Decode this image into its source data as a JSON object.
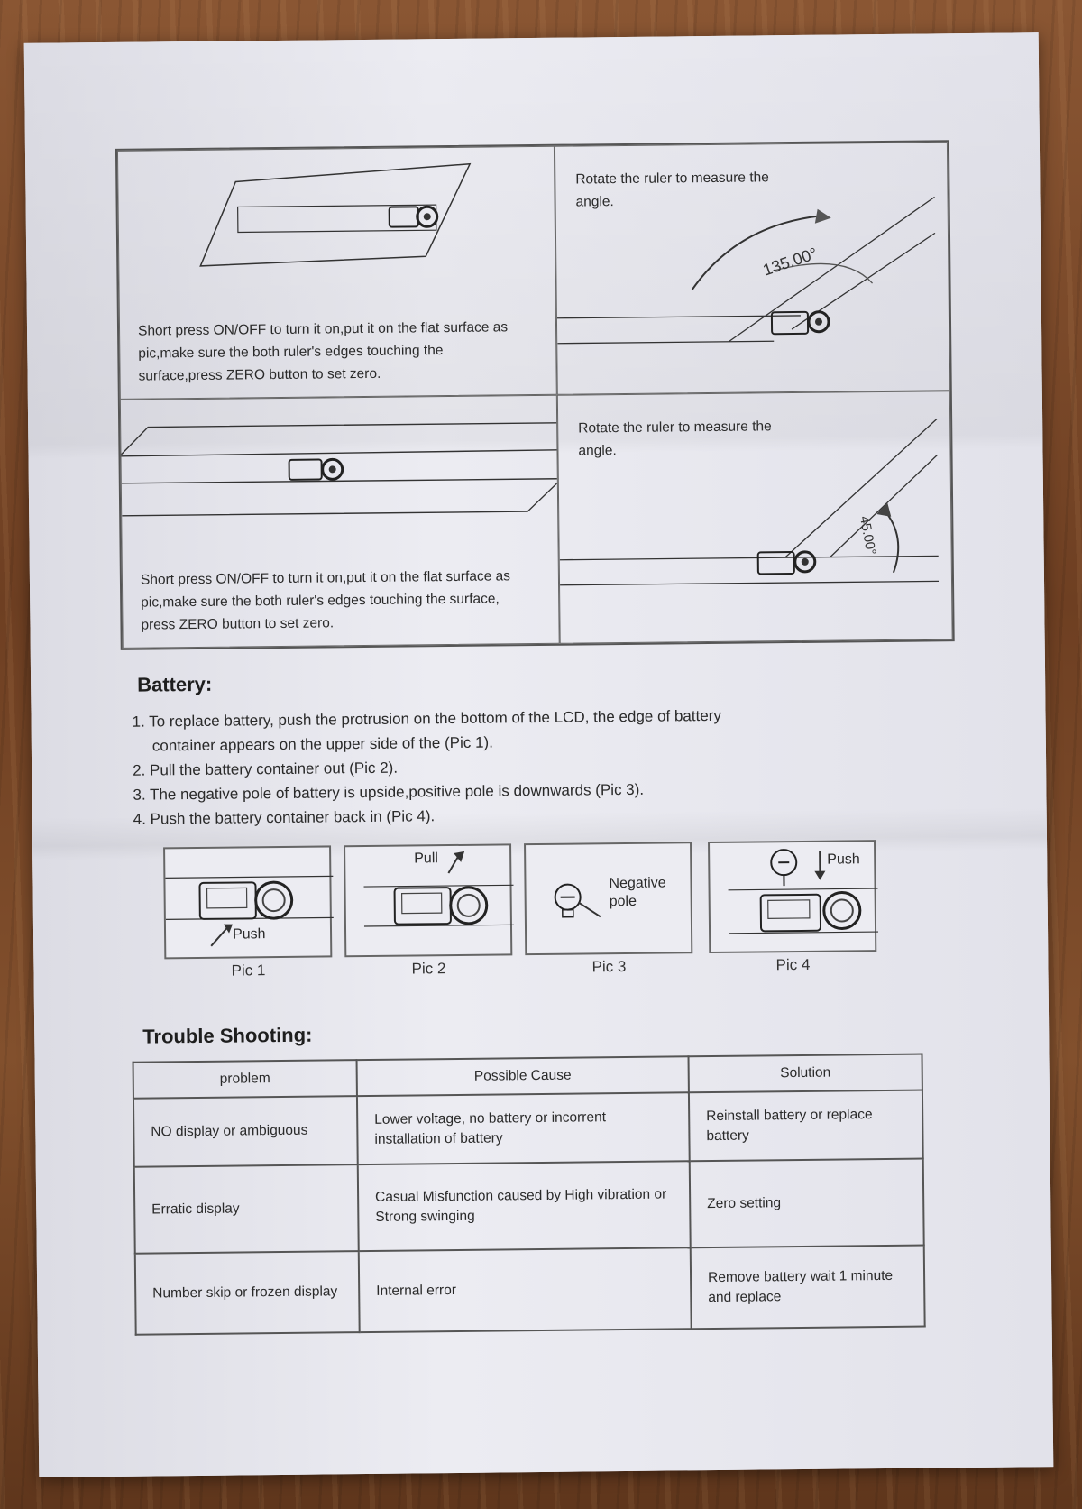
{
  "instructions": {
    "cell1_text": "Short press ON/OFF to turn it on,put it on the flat surface as pic,make sure the both ruler's edges touching the surface,press ZERO button to set zero.",
    "cell2_text": "Rotate the ruler to measure the angle.",
    "cell2_angle": "135.00°",
    "cell3_text": "Short press ON/OFF to turn it on,put it on the flat surface as pic,make sure the both ruler's edges touching the surface, press ZERO button to set zero.",
    "cell4_text": "Rotate the ruler to measure the angle.",
    "cell4_angle": "45.00°"
  },
  "battery": {
    "title": "Battery:",
    "steps": [
      "1. To replace battery, push the protrusion on the bottom of the LCD, the edge of battery",
      "container appears on the upper side of the (Pic 1).",
      "2. Pull the battery container out (Pic 2).",
      "3. The negative pole of battery is upside,positive pole is downwards (Pic 3).",
      "4. Push the battery container back in (Pic 4)."
    ],
    "pics": [
      {
        "label": "Pic 1",
        "text": "Push"
      },
      {
        "label": "Pic 2",
        "text": "Pull"
      },
      {
        "label": "Pic 3",
        "text_line1": "Negative",
        "text_line2": "pole"
      },
      {
        "label": "Pic 4",
        "text": "Push"
      }
    ]
  },
  "trouble": {
    "title": "Trouble Shooting:",
    "headers": [
      "problem",
      "Possible Cause",
      "Solution"
    ],
    "rows": [
      {
        "problem": "NO display or ambiguous",
        "cause": "Lower voltage, no battery or incorrent installation of battery",
        "solution": "Reinstall battery or replace battery"
      },
      {
        "problem": "Erratic display",
        "cause": "Casual Misfunction caused by High vibration or Strong swinging",
        "solution": "Zero setting"
      },
      {
        "problem": "Number skip or frozen display",
        "cause": "Internal error",
        "solution": "Remove battery wait 1 minute and replace"
      }
    ]
  }
}
